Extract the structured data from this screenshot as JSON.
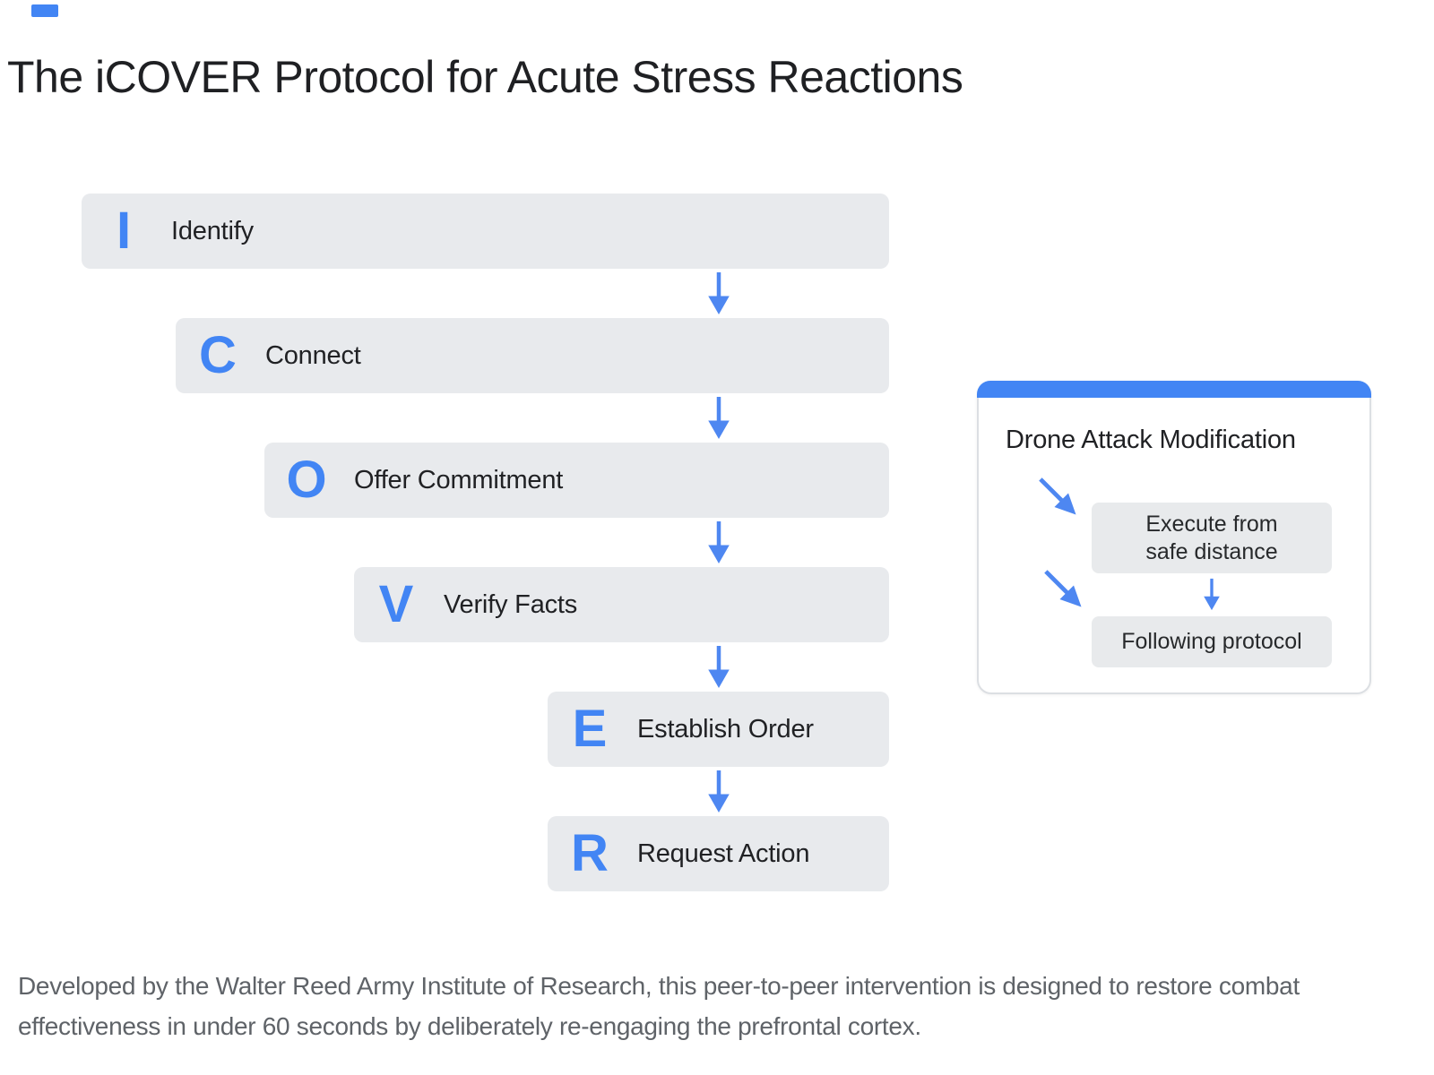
{
  "title": "The iCOVER Protocol for Acute Stress Reactions",
  "flow": {
    "steps": [
      {
        "letter": "I",
        "label": "Identify"
      },
      {
        "letter": "C",
        "label": "Connect"
      },
      {
        "letter": "O",
        "label": "Offer Commitment"
      },
      {
        "letter": "V",
        "label": "Verify Facts"
      },
      {
        "letter": "E",
        "label": "Establish Order"
      },
      {
        "letter": "R",
        "label": "Request Action"
      }
    ]
  },
  "side_panel": {
    "title": "Drone Attack Modification",
    "nodes": [
      {
        "lines": [
          "Execute from",
          "safe distance"
        ]
      },
      {
        "lines": [
          "Following protocol"
        ]
      }
    ]
  },
  "footer": {
    "lines": [
      "Developed by the Walter Reed Army Institute of Research, this peer-to-peer intervention is designed to restore combat",
      "effectiveness in under 60 seconds by deliberately re-engaging the prefrontal cortex."
    ]
  },
  "colors": {
    "accent_blue": "#4285f4",
    "arrow_blue": "#4e87f1",
    "step_box_gray": "#e8eaed",
    "heading_text": "#1f2023",
    "label_text": "#202124",
    "body_text": "#5f6368",
    "panel_border": "#dcdfe3"
  }
}
